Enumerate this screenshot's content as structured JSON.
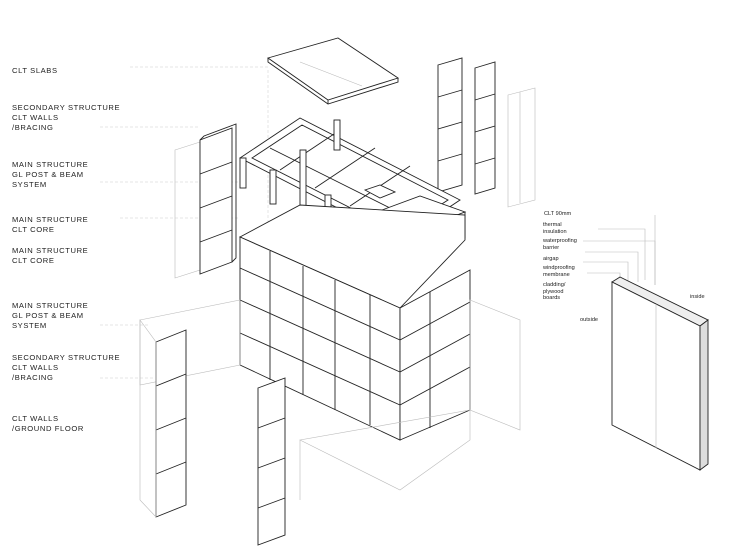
{
  "labels": [
    {
      "lines": [
        "CLT SLABS"
      ]
    },
    {
      "lines": [
        "SECONDARY STRUCTURE",
        "CLT WALLS",
        "/BRACING"
      ]
    },
    {
      "lines": [
        "MAIN STRUCTURE",
        "GL POST & BEAM",
        "SYSTEM"
      ]
    },
    {
      "lines": [
        "MAIN STRUCTURE",
        "CLT CORE"
      ]
    },
    {
      "lines": [
        "MAIN STRUCTURE",
        "CLT CORE"
      ]
    },
    {
      "lines": [
        "MAIN STRUCTURE",
        "GL POST & BEAM",
        "SYSTEM"
      ]
    },
    {
      "lines": [
        "SECONDARY STRUCTURE",
        "CLT WALLS",
        "/BRACING"
      ]
    },
    {
      "lines": [
        "CLT WALLS",
        "/GROUND FLOOR"
      ]
    }
  ],
  "wall_detail": {
    "layers": [
      {
        "lines": [
          "CLT 90mm"
        ]
      },
      {
        "lines": [
          "thermal",
          "insulation"
        ]
      },
      {
        "lines": [
          "waterproofing",
          "barrier"
        ]
      },
      {
        "lines": [
          "airgap"
        ]
      },
      {
        "lines": [
          "windproofing",
          "membrane"
        ]
      },
      {
        "lines": [
          "cladding/",
          "plywood",
          "boards"
        ]
      }
    ],
    "inside_label": "inside",
    "outside_label": "outside"
  }
}
